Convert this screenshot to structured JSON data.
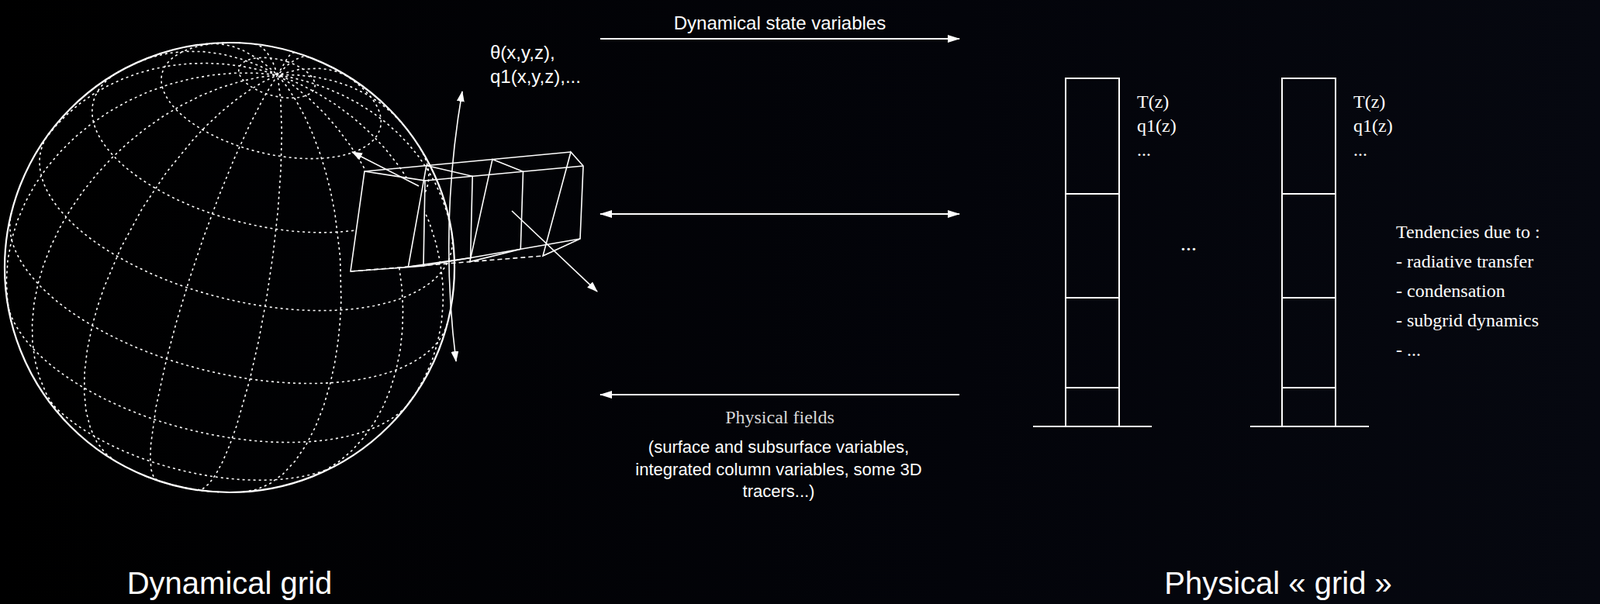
{
  "diagram": {
    "nodes": [
      {
        "text": [
          "Dynamical grid"
        ]
      },
      {
        "text": [
          "Physical « grid »"
        ]
      },
      {
        "text": [
          "T(z) q1(z) ..."
        ],
        "in": 1
      },
      {
        "text": [
          "T(z) q1(z) ..."
        ],
        "in": 1
      }
    ],
    "edges": [
      {
        "from": 0,
        "to": 1,
        "arrow": "to",
        "label": "Dynamical state variables"
      },
      {
        "from": 0,
        "to": 1,
        "arrow": "both"
      },
      {
        "from": 1,
        "to": 0,
        "arrow": "to",
        "label": "Physical fields"
      }
    ],
    "labels": [
      "θ(x,y,z), q1(x,y,z),...",
      "(surface and subsurface variables, integrated column variables, some 3D tracers...)",
      "...",
      "Tendencies due to :",
      "- radiative transfer",
      "- condensation",
      "- subgrid dynamics",
      "- ..."
    ]
  }
}
